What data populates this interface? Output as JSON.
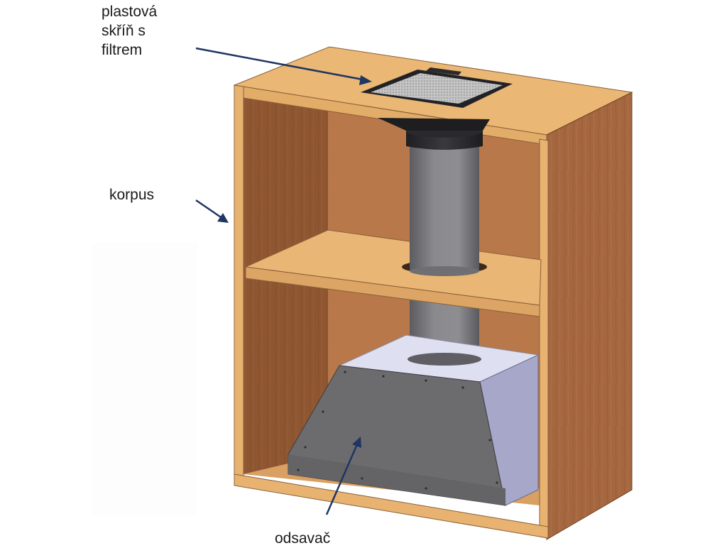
{
  "labels": {
    "filter_box": "plastová\nskříň s\nfiltrem",
    "cabinet": "korpus",
    "hood": "odsavač"
  },
  "colors": {
    "wood_front": "#eab774",
    "wood_side": "#a5673f",
    "wood_inner": "#8f5632",
    "shelf_top": "#e9b676",
    "pipe": "#7a7a7e",
    "hood_front": "#6c6c6e",
    "hood_side": "#a6a7c9",
    "hood_top": "#dedff0",
    "filter_mesh": "#b9b9b9",
    "arrow": "#1f3562"
  }
}
